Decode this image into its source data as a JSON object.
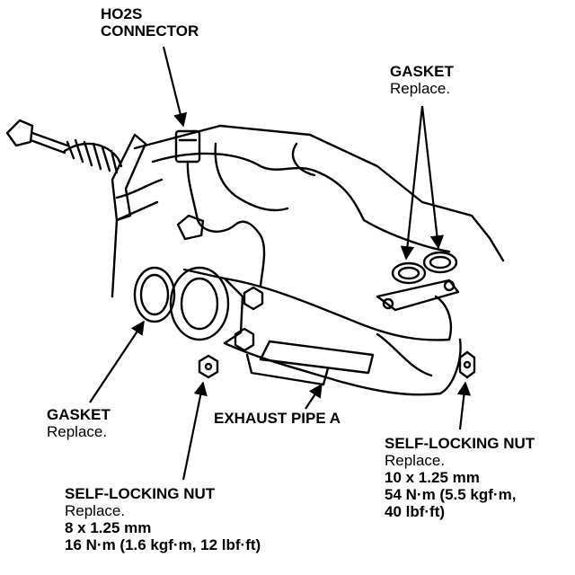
{
  "labels": {
    "ho2s": {
      "line1": "HO2S",
      "line2": "CONNECTOR"
    },
    "gasket_top": {
      "title": "GASKET",
      "note": "Replace."
    },
    "gasket_left": {
      "title": "GASKET",
      "note": "Replace."
    },
    "exhaust_pipe": {
      "title": "EXHAUST PIPE A"
    },
    "nut_left": {
      "title": "SELF-LOCKING NUT",
      "note": "Replace.",
      "size": "8 x 1.25 mm",
      "torque": "16 N·m (1.6 kgf·m, 12 lbf·ft)"
    },
    "nut_right": {
      "title": "SELF-LOCKING NUT",
      "note": "Replace.",
      "size": "10 x 1.25 mm",
      "torque1": "54 N·m (5.5 kgf·m,",
      "torque2": "40 lbf·ft)"
    }
  }
}
